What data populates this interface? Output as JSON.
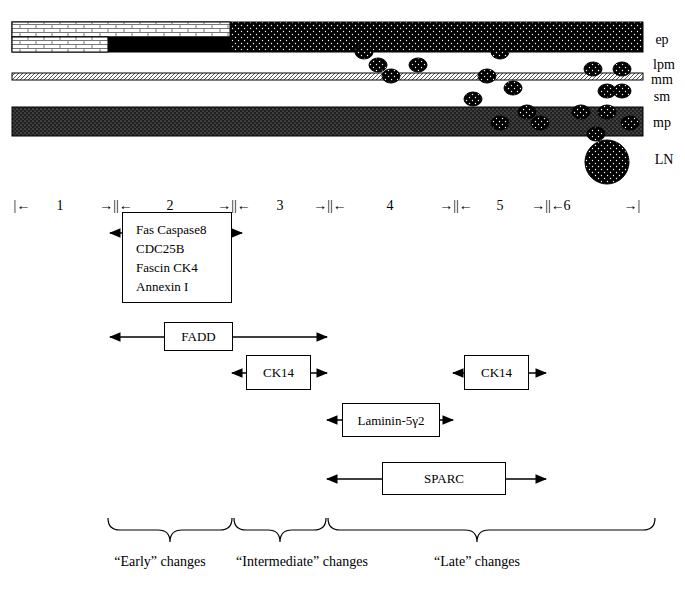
{
  "diagram": {
    "nodes": [
      {
        "text": [
          "Fas Caspase8 CDC25B Fascin CK4 Annexin I"
        ]
      },
      {
        "text": [
          "FADD"
        ]
      },
      {
        "text": [
          "CK14"
        ]
      },
      {
        "text": [
          "Laminin-5γ2"
        ]
      },
      {
        "text": [
          "CK14"
        ]
      },
      {
        "text": [
          "SPARC"
        ]
      }
    ],
    "edges": [],
    "labels": [
      "ep",
      "lpm",
      "mm",
      "sm",
      "mp",
      "LN",
      "|←",
      "1",
      "→||←",
      "2",
      "→||←",
      "3",
      "→||←",
      "4",
      "→||←",
      "5",
      "→||←",
      "6",
      "→|",
      "“Early” changes",
      "“Intermediate” changes",
      "“Late” changes"
    ]
  }
}
